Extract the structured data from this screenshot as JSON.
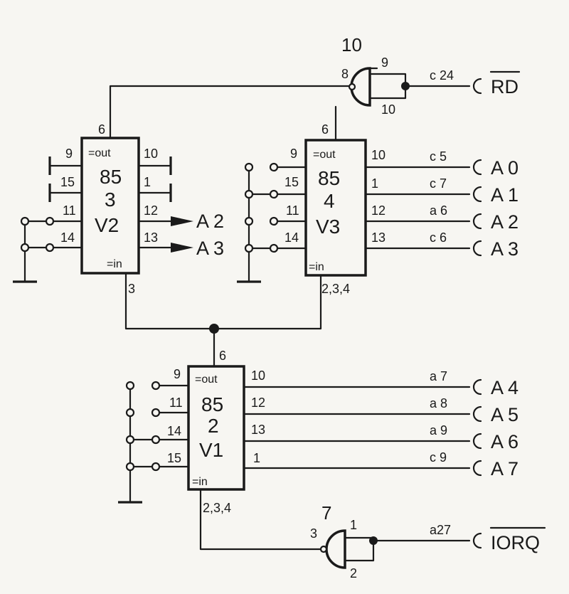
{
  "chips": {
    "v2": {
      "out": "=out",
      "code": "85",
      "num": "3",
      "name": "V2",
      "in": "=in",
      "pins": {
        "p9": "9",
        "p15": "15",
        "p11": "11",
        "p14": "14",
        "p10": "10",
        "p1": "1",
        "p12": "12",
        "p13": "13",
        "p6": "6",
        "p3": "3"
      }
    },
    "v3": {
      "out": "=out",
      "code": "85",
      "num": "4",
      "name": "V3",
      "in": "=in",
      "pins": {
        "p9": "9",
        "p15": "15",
        "p11": "11",
        "p14": "14",
        "p10": "10",
        "p1": "1",
        "p12": "12",
        "p13": "13",
        "p6": "6",
        "p_in": "2,3,4"
      }
    },
    "v1": {
      "out": "=out",
      "code": "85",
      "num": "2",
      "name": "V1",
      "in": "=in",
      "pins": {
        "p9": "9",
        "p11": "11",
        "p14": "14",
        "p15": "15",
        "p10": "10",
        "p12": "12",
        "p13": "13",
        "p1": "1",
        "p6": "6",
        "p_in": "2,3,4"
      }
    }
  },
  "gates": {
    "g10": {
      "label": "10",
      "pin_out": "8",
      "pin_a": "9",
      "pin_b": "10"
    },
    "g7": {
      "label": "7",
      "pin_out": "3",
      "pin_a": "1",
      "pin_b": "2"
    }
  },
  "signals": {
    "rd": {
      "pin": "c 24",
      "label": "RD"
    },
    "iorq": {
      "pin": "a27",
      "label": "IORQ"
    },
    "v2_a2": "A 2",
    "v2_a3": "A 3",
    "v3_rows": [
      {
        "pin": "c 5",
        "label": "A 0"
      },
      {
        "pin": "c 7",
        "label": "A 1"
      },
      {
        "pin": "a 6",
        "label": "A 2"
      },
      {
        "pin": "c 6",
        "label": "A 3"
      }
    ],
    "v1_rows": [
      {
        "pin": "a 7",
        "label": "A 4"
      },
      {
        "pin": "a 8",
        "label": "A 5"
      },
      {
        "pin": "a 9",
        "label": "A 6"
      },
      {
        "pin": "c 9",
        "label": "A 7"
      }
    ]
  },
  "colors": {
    "ink": "#1a1a1a",
    "paper": "#f7f6f2"
  }
}
